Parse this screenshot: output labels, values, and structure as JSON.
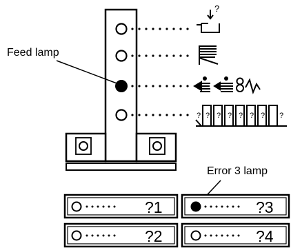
{
  "callouts": {
    "feed_lamp": "Feed lamp",
    "error3_lamp": "Error 3 lamp"
  },
  "panel": {
    "lamps": [
      {
        "state": "off",
        "icon": "cover-open-icon"
      },
      {
        "state": "off",
        "icon": "paper-stack-icon"
      },
      {
        "state": "on",
        "icon": "paper-feed-jam-icon"
      },
      {
        "state": "off",
        "icon": "cutter-error-icon"
      }
    ],
    "base_lamps": [
      "off",
      "off"
    ]
  },
  "error_panel": [
    {
      "label": "?1",
      "lamp": "off"
    },
    {
      "label": "?3",
      "lamp": "on"
    },
    {
      "label": "?2",
      "lamp": "off"
    },
    {
      "label": "?4",
      "lamp": "off"
    }
  ],
  "cutter_marks": [
    "?",
    "?",
    "?",
    "?",
    "?",
    "?",
    "?",
    "?"
  ],
  "colors": {
    "ink": "#000000",
    "background": "#ffffff"
  }
}
